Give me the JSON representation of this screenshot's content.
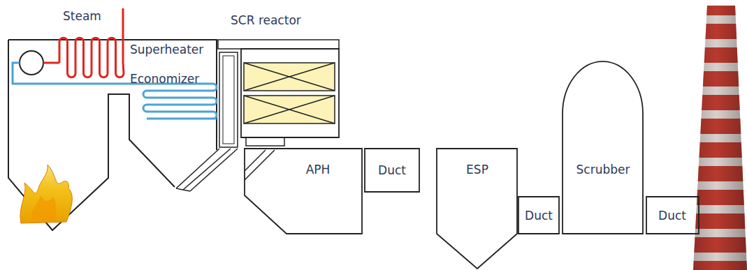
{
  "diagram": {
    "nodes": [
      {
        "text": [
          "SCR reactor"
        ]
      },
      {
        "text": [
          "APH"
        ]
      },
      {
        "text": [
          "Duct"
        ]
      },
      {
        "text": [
          "ESP"
        ]
      },
      {
        "text": [
          "Duct"
        ]
      },
      {
        "text": [
          "Scrubber"
        ]
      },
      {
        "text": [
          "Duct"
        ]
      }
    ],
    "labels": [
      "Steam",
      "Superheater",
      "Economizer"
    ]
  }
}
